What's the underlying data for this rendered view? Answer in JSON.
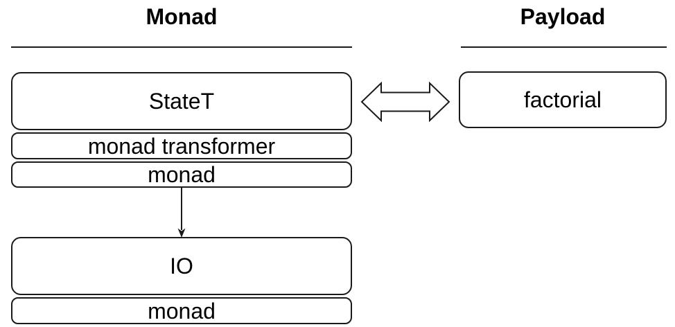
{
  "titles": {
    "monad": "Monad",
    "payload": "Payload"
  },
  "monad_column": {
    "statet": {
      "label": "StateT",
      "tags": [
        "monad transformer",
        "monad"
      ]
    },
    "io": {
      "label": "IO",
      "tags": [
        "monad"
      ]
    }
  },
  "payload_column": {
    "factorial": {
      "label": "factorial"
    }
  },
  "icons": {
    "double_arrow": "double-headed-arrow",
    "down_arrow": "arrow-down"
  },
  "colors": {
    "line": "#1a1a1a",
    "text": "#000000",
    "box_fill": "#ffffff",
    "background": "#ffffff"
  }
}
